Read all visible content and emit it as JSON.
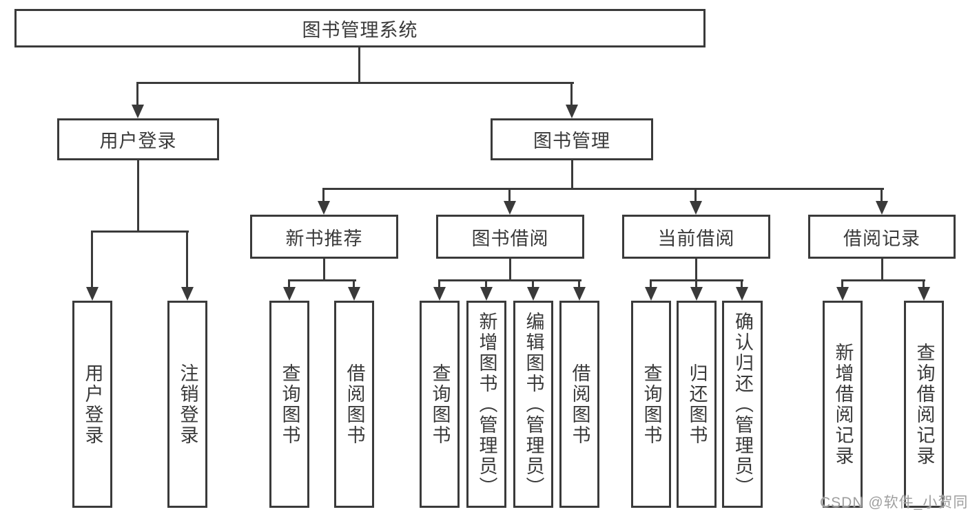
{
  "colors": {
    "line": "#3a3a3a",
    "text": "#3a3a3a",
    "background": "#ffffff",
    "watermark": "#9e9e9e"
  },
  "watermark": {
    "text": "CSDN @软件_小贺同学"
  },
  "diagram": {
    "root": {
      "label": "图书管理系统"
    },
    "level2": [
      {
        "label": "用户登录",
        "children": [
          {
            "label": "用户登录"
          },
          {
            "label": "注销登录"
          }
        ]
      },
      {
        "label": "图书管理",
        "sections": [
          {
            "label": "新书推荐",
            "children": [
              {
                "label": "查询图书"
              },
              {
                "label": "借阅图书"
              }
            ]
          },
          {
            "label": "图书借阅",
            "children": [
              {
                "label": "查询图书"
              },
              {
                "label": "新增图书（管理员）"
              },
              {
                "label": "编辑图书（管理员）"
              },
              {
                "label": "借阅图书"
              }
            ]
          },
          {
            "label": "当前借阅",
            "children": [
              {
                "label": "查询图书"
              },
              {
                "label": "归还图书"
              },
              {
                "label": "确认归还（管理员）"
              }
            ]
          },
          {
            "label": "借阅记录",
            "children": [
              {
                "label": "新增借阅记录"
              },
              {
                "label": "查询借阅记录"
              }
            ]
          }
        ]
      }
    ]
  }
}
